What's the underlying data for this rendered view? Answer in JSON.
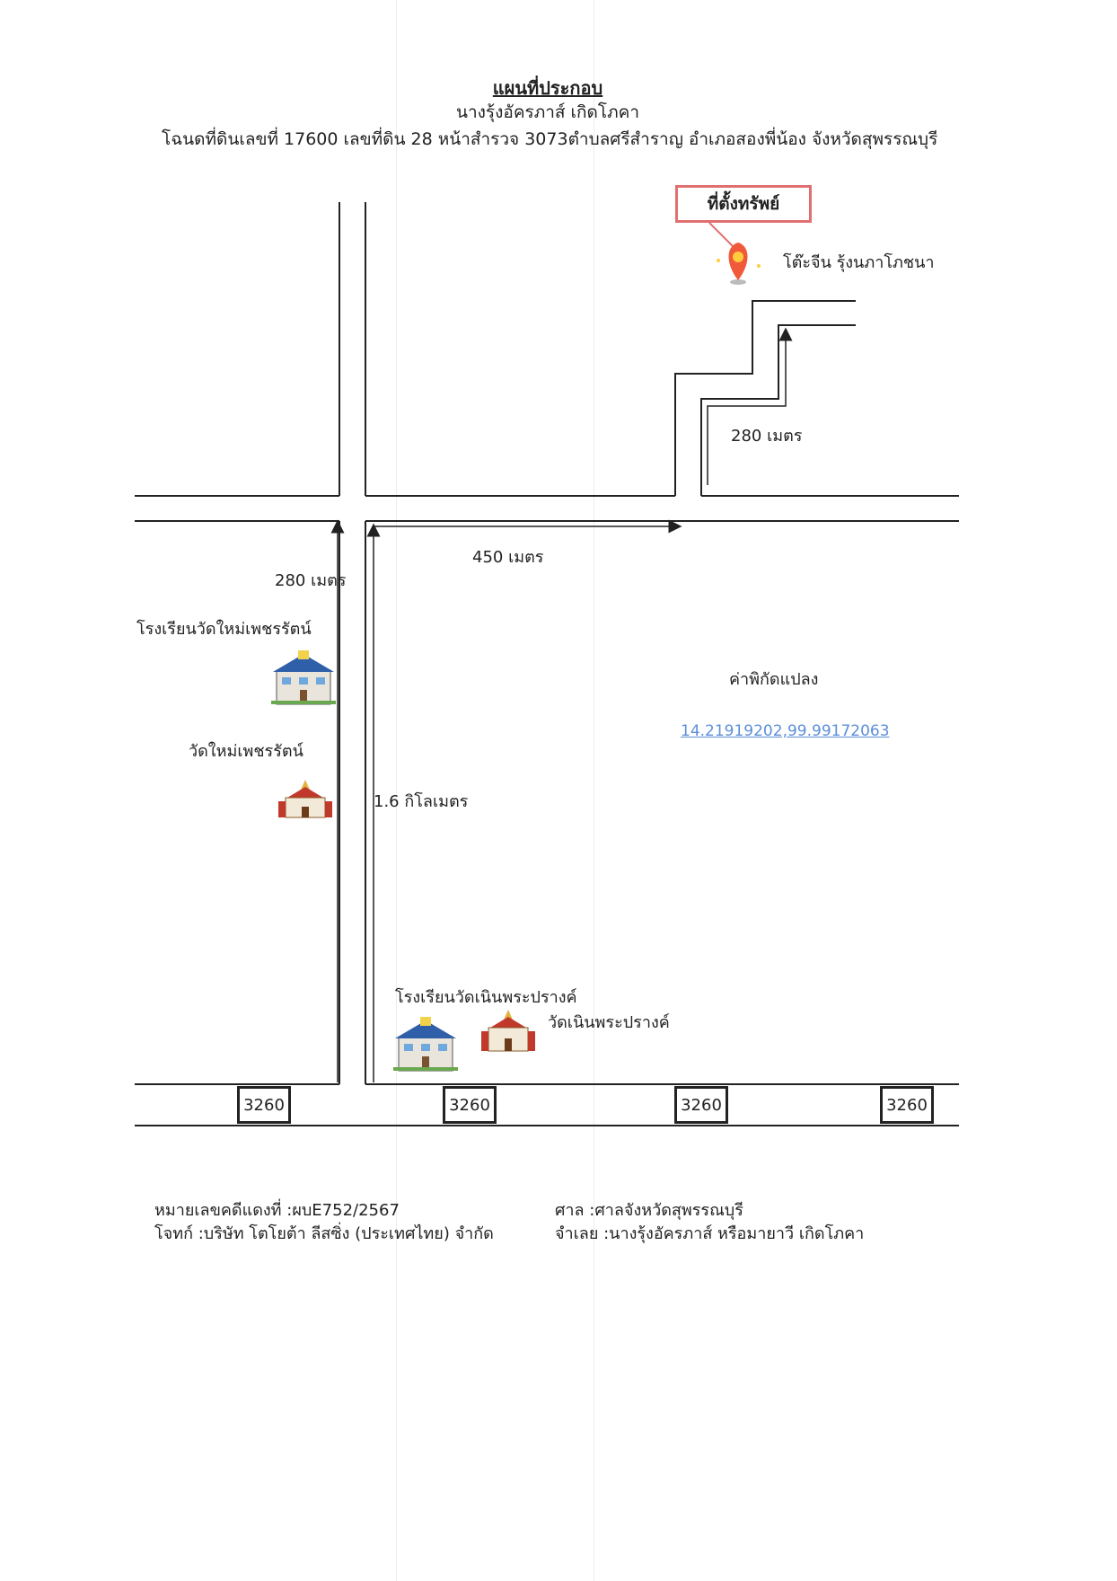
{
  "header": {
    "title": "แผนที่ประกอบ",
    "owner": "นางรุ้งอัครภาส์ เกิดโภคา",
    "deed_line": "โฉนดที่ดินเลขที่ 17600 เลขที่ดิน 28 หน้าสำรวจ 3073ตำบลศรีสำราญ อำเภอสองพี่น้อง จังหวัดสุพรรณบุรี"
  },
  "property": {
    "label": "ที่ตั้งทรัพย์",
    "nearby": "โต๊ะจีน รุ้งนภาโภชนา",
    "pin_color": "#f05a3a",
    "box_color": "#e07070"
  },
  "distances": {
    "d1": "280 เมตร",
    "d2": "450 เมตร",
    "d3": "280 เมตร",
    "d4": "1.6 กิโลเมตร"
  },
  "landmarks": {
    "school1": "โรงเรียนวัดใหม่เพชรรัตน์",
    "temple1": "วัดใหม่เพชรรัตน์",
    "school2": "โรงเรียนวัดเนินพระปรางค์",
    "temple2": "วัดเนินพระปรางค์"
  },
  "coordinates": {
    "label": "ค่าพิกัดแปลง",
    "value": "14.21919202,99.99172063"
  },
  "road_badges": [
    "3260",
    "3260",
    "3260",
    "3260"
  ],
  "footer": {
    "case_no": "หมายเลขคดีแดงที่ :ผบE752/2567",
    "plaintiff": "โจทก์ :บริษัท โตโยต้า ลีสซิ่ง (ประเทศไทย) จำกัด",
    "court": "ศาล :ศาลจังหวัดสุพรรณบุรี",
    "defendant": "จำเลย :นางรุ้งอัครภาส์ หรือมายาวี เกิดโภคา"
  }
}
